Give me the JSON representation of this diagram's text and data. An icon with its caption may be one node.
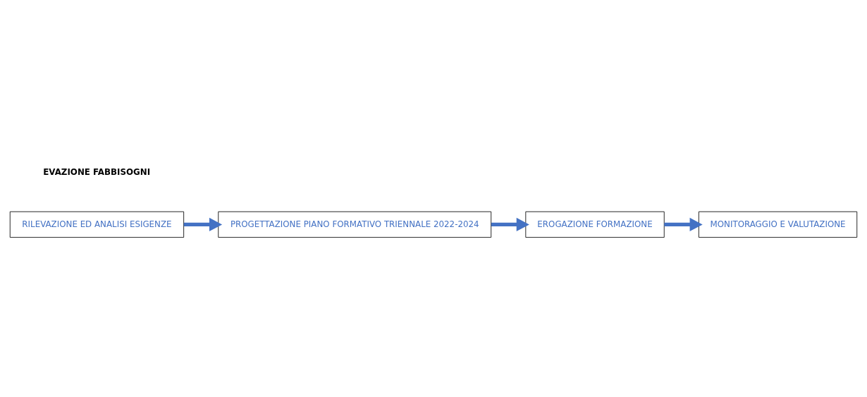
{
  "diagram": {
    "nodes": [
      {
        "text": [
          "RILEVAZIONE ED ANALISI ESIGENZE"
        ]
      },
      {
        "text": [
          "PROGETTAZIONE PIANO FORMATIVO TRIENNALE 2022-2024"
        ]
      },
      {
        "text": [
          "EROGAZIONE FORMAZIONE"
        ]
      },
      {
        "text": [
          "MONITORAGGIO E VALUTAZIONE"
        ]
      }
    ],
    "edges": [
      {
        "from": 0,
        "to": 1,
        "arrow": "to"
      },
      {
        "from": 1,
        "to": 2,
        "arrow": "to"
      },
      {
        "from": 2,
        "to": 3,
        "arrow": "to"
      }
    ],
    "labels": [
      "EVAZIONE FABBISOGNI"
    ]
  }
}
